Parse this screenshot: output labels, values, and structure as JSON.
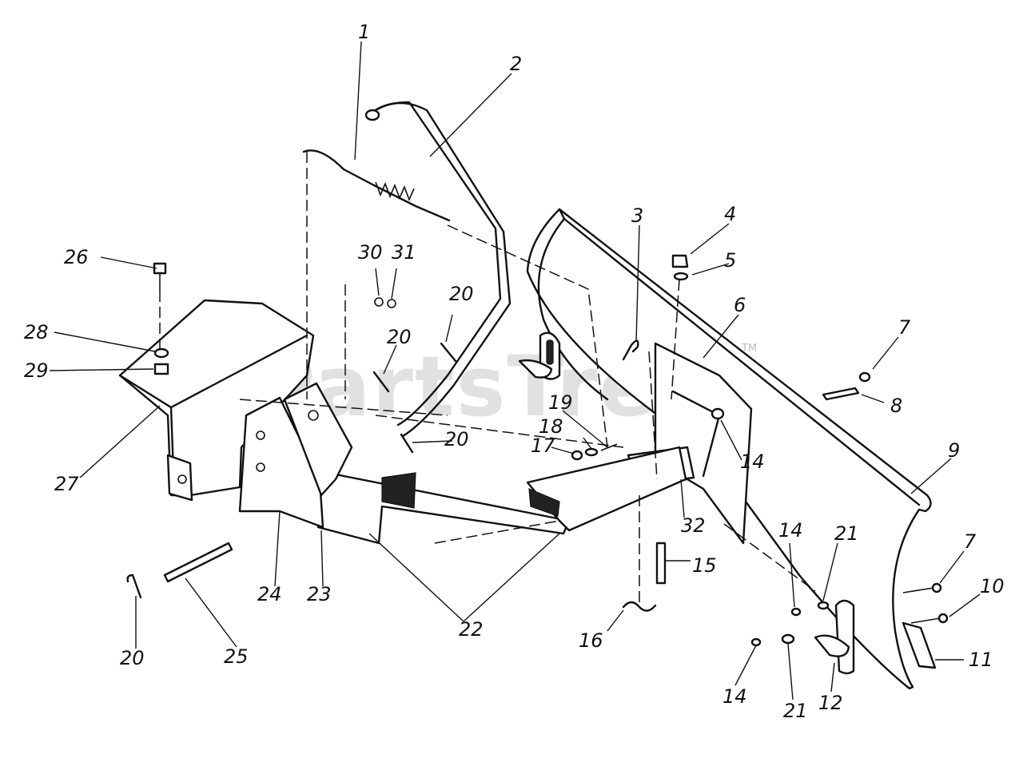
{
  "watermark": {
    "text": "PartsTree",
    "tm": "TM"
  },
  "callouts": [
    {
      "id": "c1",
      "label": "1"
    },
    {
      "id": "c2",
      "label": "2"
    },
    {
      "id": "c3",
      "label": "3"
    },
    {
      "id": "c4",
      "label": "4"
    },
    {
      "id": "c5",
      "label": "5"
    },
    {
      "id": "c6",
      "label": "6"
    },
    {
      "id": "c7a",
      "label": "7"
    },
    {
      "id": "c8",
      "label": "8"
    },
    {
      "id": "c9",
      "label": "9"
    },
    {
      "id": "c7b",
      "label": "7"
    },
    {
      "id": "c10",
      "label": "10"
    },
    {
      "id": "c11",
      "label": "11"
    },
    {
      "id": "c12",
      "label": "12"
    },
    {
      "id": "c14a",
      "label": "14"
    },
    {
      "id": "c14b",
      "label": "14"
    },
    {
      "id": "c14c",
      "label": "14"
    },
    {
      "id": "c15",
      "label": "15"
    },
    {
      "id": "c16",
      "label": "16"
    },
    {
      "id": "c17",
      "label": "17"
    },
    {
      "id": "c18",
      "label": "18"
    },
    {
      "id": "c19",
      "label": "19"
    },
    {
      "id": "c20a",
      "label": "20"
    },
    {
      "id": "c20b",
      "label": "20"
    },
    {
      "id": "c20c",
      "label": "20"
    },
    {
      "id": "c20d",
      "label": "20"
    },
    {
      "id": "c21a",
      "label": "21"
    },
    {
      "id": "c21b",
      "label": "21"
    },
    {
      "id": "c22",
      "label": "22"
    },
    {
      "id": "c23",
      "label": "23"
    },
    {
      "id": "c24",
      "label": "24"
    },
    {
      "id": "c25",
      "label": "25"
    },
    {
      "id": "c26",
      "label": "26"
    },
    {
      "id": "c27",
      "label": "27"
    },
    {
      "id": "c28",
      "label": "28"
    },
    {
      "id": "c29",
      "label": "29"
    },
    {
      "id": "c30",
      "label": "30"
    },
    {
      "id": "c31",
      "label": "31"
    },
    {
      "id": "c32",
      "label": "32"
    }
  ]
}
